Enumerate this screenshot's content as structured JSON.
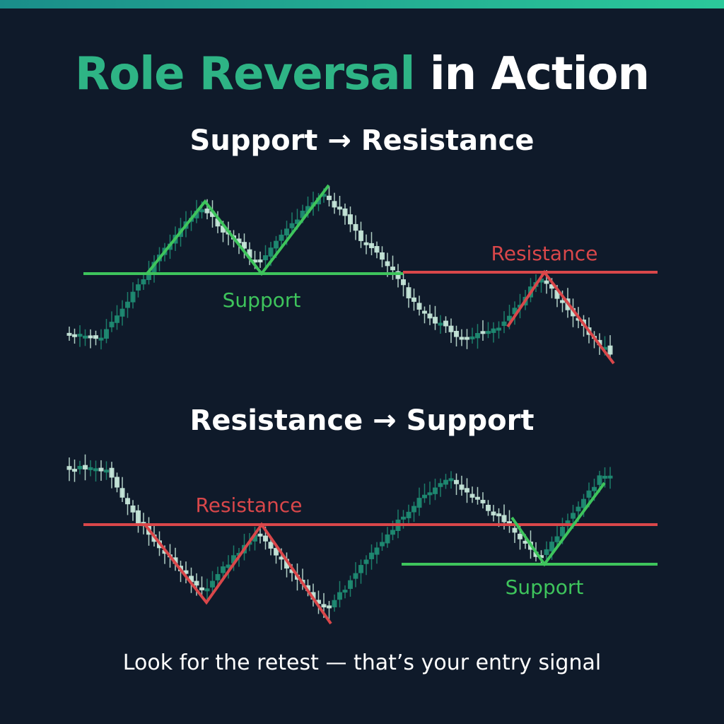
{
  "title": {
    "accent": "Role Reversal",
    "rest": "in Action"
  },
  "sections": [
    {
      "title": "Support → Resistance",
      "label_green": "Support",
      "label_red": "Resistance"
    },
    {
      "title": "Resistance → Support",
      "label_red": "Resistance",
      "label_green": "Support"
    }
  ],
  "footer": "Look for the retest — that’s your entry signal",
  "colors": {
    "background": "#0f1a2a",
    "accent_green": "#2eb485",
    "support": "#3ec45c",
    "resistance": "#d9474a",
    "candle_bull": "#1f8f74",
    "candle_bear": "#cdeee0"
  }
}
